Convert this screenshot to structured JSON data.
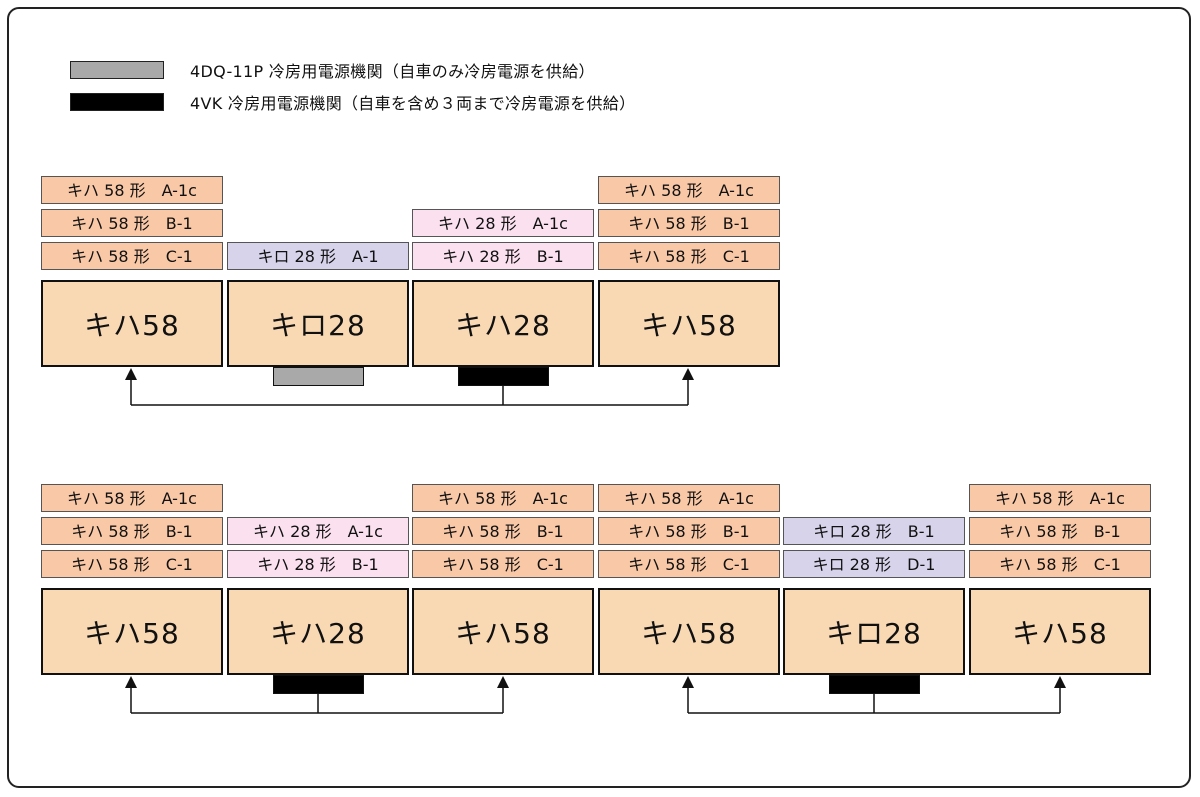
{
  "legend": [
    {
      "kind": "gray",
      "text": "4DQ-11P 冷房用電源機関（自車のみ冷房電源を供給）"
    },
    {
      "kind": "black",
      "text": "4VK 冷房用電源機関（自車を含め３両まで冷房電源を供給）"
    }
  ],
  "train1": {
    "cars": [
      {
        "name": "キハ58",
        "generator": "none",
        "tags": [
          {
            "text": "キハ 58 形　A-1c",
            "color": "c58"
          },
          {
            "text": "キハ 58 形　B-1",
            "color": "c58"
          },
          {
            "text": "キハ 58 形　C-1",
            "color": "c58"
          }
        ]
      },
      {
        "name": "キロ28",
        "generator": "gray",
        "tags": [
          {
            "text": "キロ 28 形　A-1",
            "color": "cro"
          }
        ]
      },
      {
        "name": "キハ28",
        "generator": "black",
        "tags": [
          {
            "text": "キハ 28 形　A-1c",
            "color": "c28"
          },
          {
            "text": "キハ 28 形　B-1",
            "color": "c28"
          }
        ]
      },
      {
        "name": "キハ58",
        "generator": "none",
        "tags": [
          {
            "text": "キハ 58 形　A-1c",
            "color": "c58"
          },
          {
            "text": "キハ 58 形　B-1",
            "color": "c58"
          },
          {
            "text": "キハ 58 形　C-1",
            "color": "c58"
          }
        ]
      }
    ]
  },
  "train2": {
    "cars": [
      {
        "name": "キハ58",
        "generator": "none",
        "tags": [
          {
            "text": "キハ 58 形　A-1c",
            "color": "c58"
          },
          {
            "text": "キハ 58 形　B-1",
            "color": "c58"
          },
          {
            "text": "キハ 58 形　C-1",
            "color": "c58"
          }
        ]
      },
      {
        "name": "キハ28",
        "generator": "black",
        "tags": [
          {
            "text": "キハ 28 形　A-1c",
            "color": "c28"
          },
          {
            "text": "キハ 28 形　B-1",
            "color": "c28"
          }
        ]
      },
      {
        "name": "キハ58",
        "generator": "none",
        "tags": [
          {
            "text": "キハ 58 形　A-1c",
            "color": "c58"
          },
          {
            "text": "キハ 58 形　B-1",
            "color": "c58"
          },
          {
            "text": "キハ 58 形　C-1",
            "color": "c58"
          }
        ]
      },
      {
        "name": "キハ58",
        "generator": "none",
        "tags": [
          {
            "text": "キハ 58 形　A-1c",
            "color": "c58"
          },
          {
            "text": "キハ 58 形　B-1",
            "color": "c58"
          },
          {
            "text": "キハ 58 形　C-1",
            "color": "c58"
          }
        ]
      },
      {
        "name": "キロ28",
        "generator": "black",
        "tags": [
          {
            "text": "キロ 28 形　B-1",
            "color": "cro"
          },
          {
            "text": "キロ 28 形　D-1",
            "color": "cro"
          }
        ]
      },
      {
        "name": "キハ58",
        "generator": "none",
        "tags": [
          {
            "text": "キハ 58 形　A-1c",
            "color": "c58"
          },
          {
            "text": "キハ 58 形　B-1",
            "color": "c58"
          },
          {
            "text": "キハ 58 形　C-1",
            "color": "c58"
          }
        ]
      }
    ]
  },
  "colors": {
    "kiha58_tag": "#f9c8a7",
    "kiha28_tag": "#fbe0ef",
    "kiro28_tag": "#d6d3ea",
    "car_fill": "#f9d9b3"
  }
}
